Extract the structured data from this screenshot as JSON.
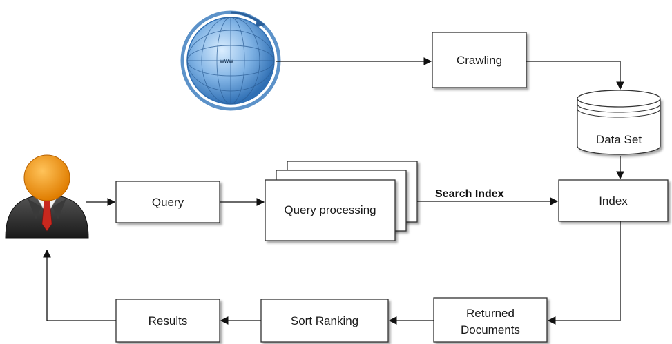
{
  "nodes": {
    "www": {
      "label": "www"
    },
    "crawling": {
      "label": "Crawling"
    },
    "dataset": {
      "label": "Data Set"
    },
    "index": {
      "label": "Index"
    },
    "query": {
      "label": "Query"
    },
    "query_processing": {
      "label": "Query processing"
    },
    "returned_documents": {
      "label_line1": "Returned",
      "label_line2": "Documents"
    },
    "sort_ranking": {
      "label": "Sort Ranking"
    },
    "results": {
      "label": "Results"
    }
  },
  "edges": {
    "search_index": {
      "label": "Search Index"
    }
  },
  "icons": {
    "globe": "globe-icon",
    "user": "user-icon"
  },
  "colors": {
    "box_fill": "#ffffff",
    "box_stroke": "#333333",
    "globe_blue": "#4f8fd0",
    "user_head": "#f0960e",
    "user_suit": "#2a2a2a",
    "tie": "#c8281e"
  }
}
